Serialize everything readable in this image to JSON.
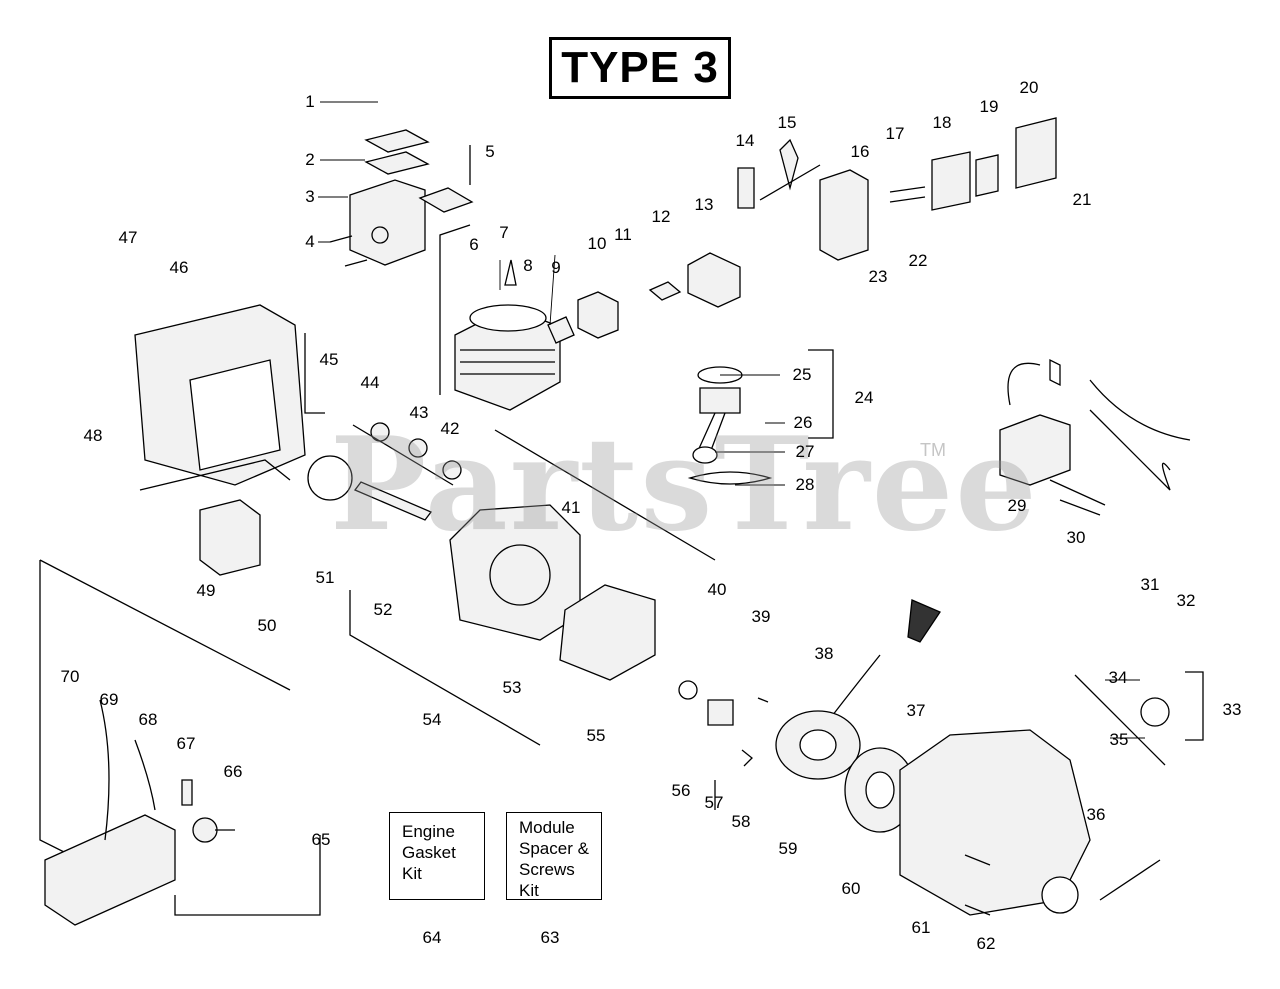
{
  "header": {
    "title": "TYPE 3"
  },
  "kits": {
    "engine_gasket_kit": [
      "Engine",
      "Gasket",
      "Kit"
    ],
    "module_spacer_kit": [
      "Module",
      "Spacer &",
      "Screws",
      "Kit"
    ]
  },
  "watermark": {
    "text": "PartsTree",
    "tm": "TM"
  },
  "callouts": [
    "1",
    "2",
    "3",
    "4",
    "5",
    "6",
    "7",
    "8",
    "9",
    "10",
    "11",
    "12",
    "13",
    "14",
    "15",
    "16",
    "17",
    "18",
    "19",
    "20",
    "21",
    "22",
    "23",
    "24",
    "25",
    "26",
    "27",
    "28",
    "29",
    "30",
    "31",
    "32",
    "33",
    "34",
    "35",
    "36",
    "37",
    "38",
    "39",
    "40",
    "41",
    "42",
    "43",
    "44",
    "45",
    "46",
    "47",
    "48",
    "49",
    "50",
    "51",
    "52",
    "53",
    "54",
    "55",
    "56",
    "57",
    "58",
    "59",
    "60",
    "61",
    "62",
    "63",
    "64",
    "65",
    "66",
    "67",
    "68",
    "69",
    "70"
  ],
  "colors": {
    "ink": "#000000",
    "part_fill": "#f2f2f2",
    "watermark": "#969696"
  }
}
